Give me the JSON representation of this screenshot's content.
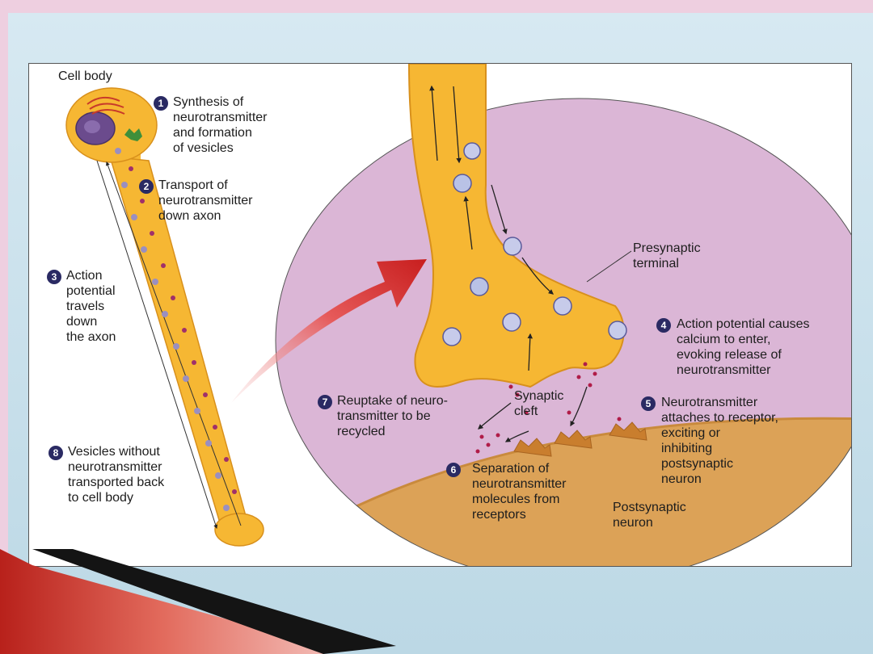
{
  "labels": {
    "cell_body": "Cell body",
    "presynaptic_terminal": "Presynaptic\nterminal",
    "synaptic_cleft": "Synaptic\ncleft",
    "postsynaptic_neuron": "Postsynaptic\nneuron"
  },
  "steps": [
    {
      "number": "1",
      "text": "Synthesis of\nneurotransmitter\nand formation\nof vesicles"
    },
    {
      "number": "2",
      "text": "Transport of\nneurotransmitter\ndown axon"
    },
    {
      "number": "3",
      "text": "Action\npotential\ntravels\ndown\nthe axon"
    },
    {
      "number": "4",
      "text": "Action potential causes\ncalcium to enter,\nevoking release of\nneurotransmitter"
    },
    {
      "number": "5",
      "text": "Neurotransmitter\nattaches to receptor,\nexciting or\ninhibiting\npostsynaptic\nneuron"
    },
    {
      "number": "6",
      "text": "Separation of\nneurotransmitter\nmolecules from\nreceptors"
    },
    {
      "number": "7",
      "text": "Reuptake of neuro-\ntransmitter to be\nrecycled"
    },
    {
      "number": "8",
      "text": "Vesicles without\nneurotransmitter\ntransported back\nto cell body"
    }
  ],
  "colors": {
    "neuron_fill": "#f6b733",
    "neuron_edge": "#d8901c",
    "zoom_circle": "#d9b3d5",
    "postsynaptic": "#d99a48",
    "arrow_red": "#d42a2a",
    "number_badge": "#2a2a63"
  }
}
